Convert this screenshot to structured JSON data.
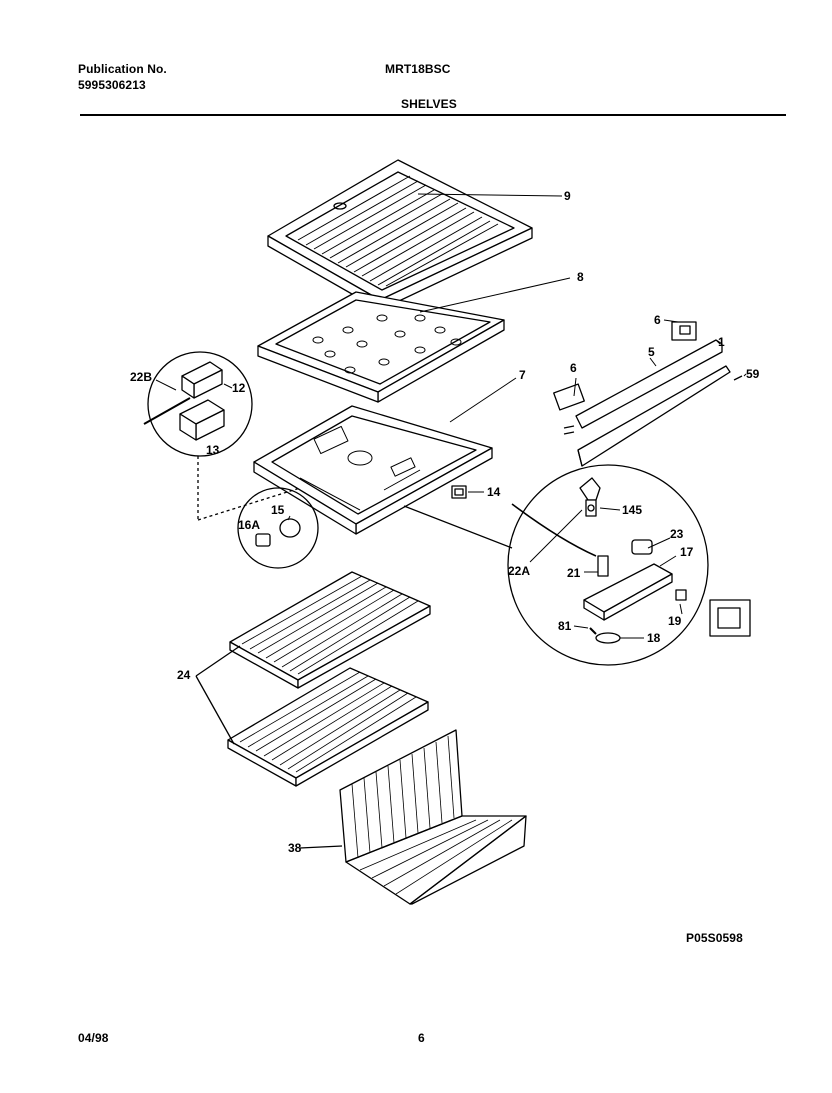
{
  "header": {
    "publication_label": "Publication No.",
    "publication_number": "5995306213",
    "model": "MRT18BSC",
    "section": "SHELVES"
  },
  "callouts": {
    "c9": "9",
    "c8": "8",
    "c7": "7",
    "c6a": "6",
    "c6b": "6",
    "c5": "5",
    "c1": "1",
    "c59": "59",
    "c22B": "22B",
    "c12": "12",
    "c13": "13",
    "c14": "14",
    "c15": "15",
    "c16A": "16A",
    "c145": "145",
    "c23": "23",
    "c17": "17",
    "c22A": "22A",
    "c21": "21",
    "c19": "19",
    "c81": "81",
    "c18": "18",
    "c24": "24",
    "c38": "38"
  },
  "figure_code": "P05S0598",
  "footer": {
    "date": "04/98",
    "page": "6"
  }
}
